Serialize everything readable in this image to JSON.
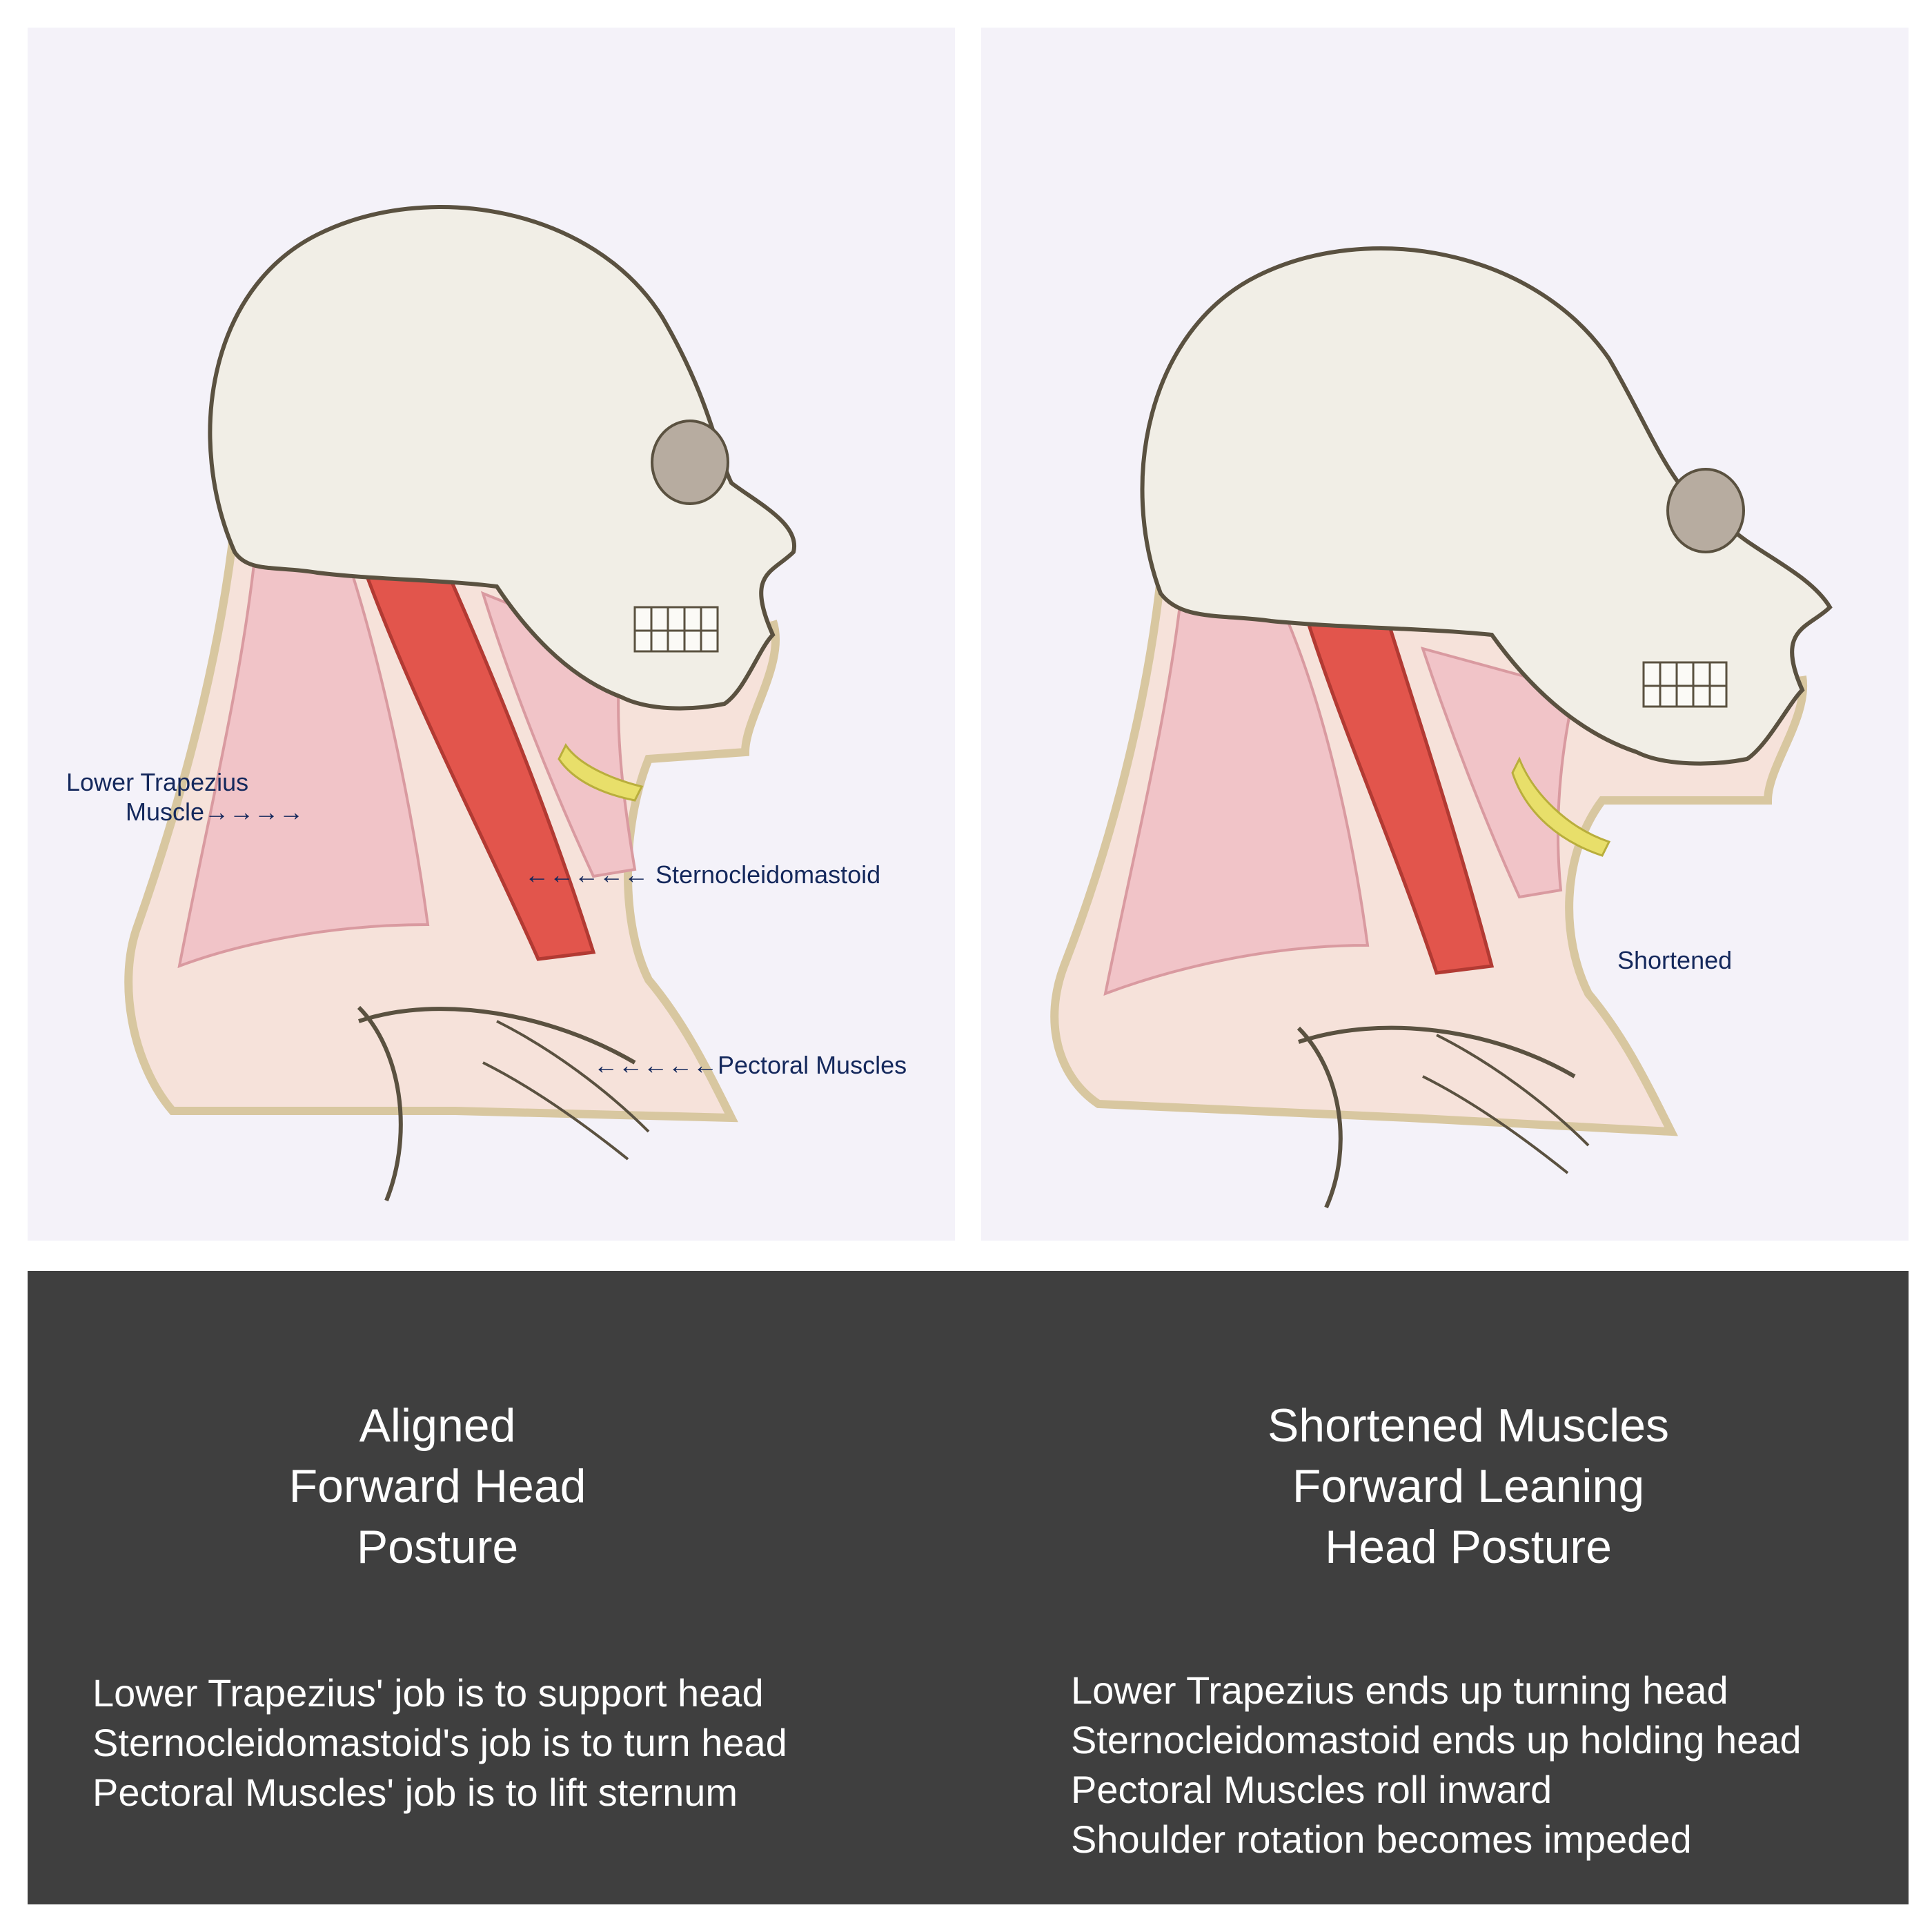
{
  "left_panel": {
    "labels": {
      "trapezius_line1": "Lower Trapezius",
      "trapezius_line2": "Muscle",
      "sternocleidomastoid": "Sternocleidomastoid",
      "pectoral": "Pectoral Muscles"
    }
  },
  "right_panel": {
    "labels": {
      "shortened": "Shortened"
    }
  },
  "caption": {
    "left": {
      "title_lines": [
        "Aligned",
        "Forward Head",
        "Posture"
      ],
      "description_lines": [
        "Lower Trapezius' job is to support head",
        "Sternocleidomastoid's job is to turn head",
        "Pectoral Muscles' job is to lift sternum"
      ]
    },
    "right": {
      "title_lines": [
        "Shortened Muscles",
        "Forward Leaning",
        "Head Posture"
      ],
      "description_lines": [
        "Lower Trapezius ends up turning head",
        "Sternocleidomastoid ends up holding head",
        "Pectoral Muscles roll inward",
        "Shoulder rotation becomes impeded"
      ]
    }
  },
  "colors": {
    "panel_bg": "#f4f2f9",
    "caption_bg": "#3f3f3f",
    "label_text": "#14285c",
    "muscle_red": "#e2554c",
    "neck_pink": "#f1c4c8",
    "bone": "#f1eee6",
    "hyoid_yellow": "#e8df6a"
  }
}
